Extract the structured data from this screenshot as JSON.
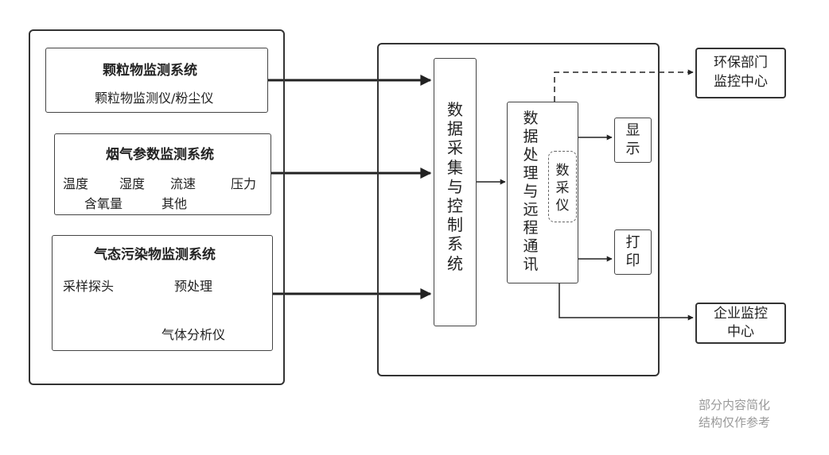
{
  "particle": {
    "title": "颗粒物监测系统",
    "sub": "颗粒物监测仪/粉尘仪"
  },
  "flue": {
    "title": "烟气参数监测系统",
    "temp": "温度",
    "humidity": "湿度",
    "flow": "流速",
    "pressure": "压力",
    "oxygen": "含氧量",
    "other": "其他"
  },
  "gas": {
    "title": "气态污染物监测系统",
    "probe": "采样探头",
    "pre": "预处理",
    "analyzer": "气体分析仪"
  },
  "acq": {
    "chars": [
      "数",
      "据",
      "采",
      "集",
      "与",
      "控",
      "制",
      "系",
      "统"
    ]
  },
  "proc": {
    "chars": [
      "数",
      "据",
      "处",
      "理",
      "与",
      "远",
      "程",
      "通",
      "讯"
    ]
  },
  "daq": {
    "chars": [
      "数",
      "采",
      "仪"
    ]
  },
  "display": {
    "chars": [
      "显",
      "示"
    ]
  },
  "print": {
    "chars": [
      "打",
      "印"
    ]
  },
  "env": {
    "line1": "环保部门",
    "line2": "监控中心"
  },
  "ent": {
    "line1": "企业监控",
    "line2": "中心"
  },
  "note": {
    "line1": "部分内容简化",
    "line2": "结构仅作参考"
  }
}
